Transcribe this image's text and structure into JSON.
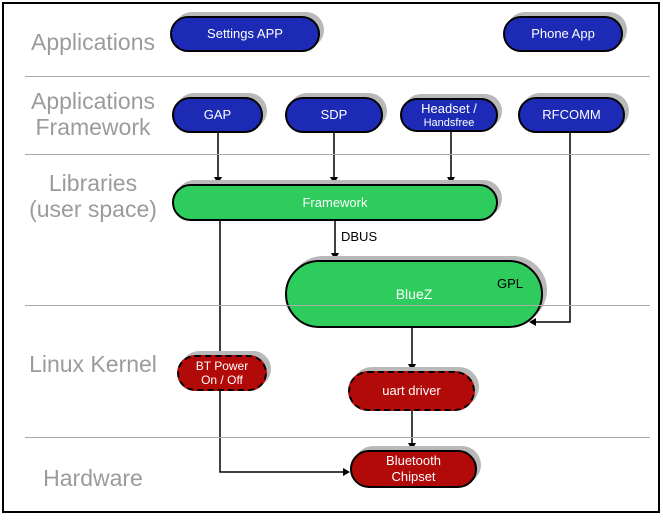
{
  "colors": {
    "node_blue": "#1c2ab5",
    "node_green": "#2ecc5c",
    "node_red": "#b20909",
    "layer_label_gray": "#9b9b9b",
    "divider_gray": "#a9a9a9",
    "shadow_gray": "#b9b9b9",
    "connector_black": "#000000"
  },
  "layers": [
    {
      "label": "Applications"
    },
    {
      "label": "Applications\nFramework"
    },
    {
      "label": "Libraries\n(user space)"
    },
    {
      "label": "Linux Kernel"
    },
    {
      "label": "Hardware"
    }
  ],
  "nodes": {
    "settings_app": {
      "label": "Settings APP"
    },
    "phone_app": {
      "label": "Phone App"
    },
    "gap": {
      "label": "GAP"
    },
    "sdp": {
      "label": "SDP"
    },
    "headset": {
      "line1": "Headset /",
      "line2": "Handsfree"
    },
    "rfcomm": {
      "label": "RFCOMM"
    },
    "framework": {
      "label": "Framework"
    },
    "bluez": {
      "label": "BlueZ",
      "license_tag": "GPL"
    },
    "bt_power": {
      "label": "BT Power\nOn / Off"
    },
    "uart_driver": {
      "label": "uart driver"
    },
    "bluetooth_chipset": {
      "label": "Bluetooth\nChipset"
    }
  },
  "edge_labels": {
    "dbus": "DBUS"
  }
}
